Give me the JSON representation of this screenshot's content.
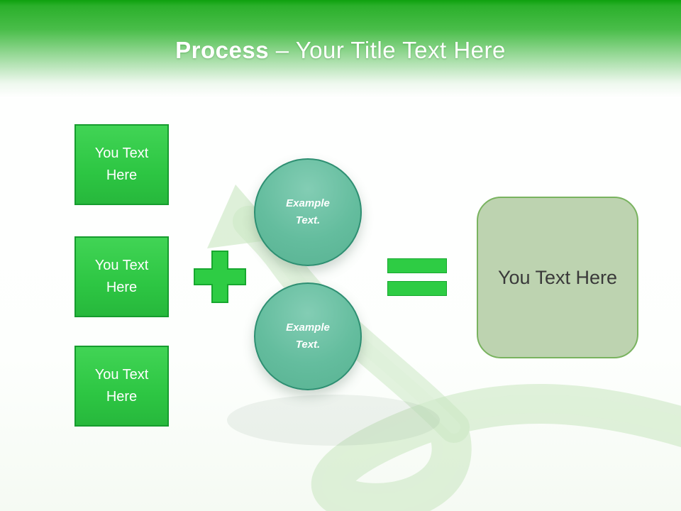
{
  "slide": {
    "title_bold": "Process",
    "title_rest": " – Your Title Text Here"
  },
  "left_boxes": [
    {
      "label": "You Text Here"
    },
    {
      "label": "You Text Here"
    },
    {
      "label": "You Text Here"
    }
  ],
  "circles": [
    {
      "label": "Example Text."
    },
    {
      "label": "Example Text."
    }
  ],
  "result_box": {
    "label": "You Text Here"
  },
  "operators": {
    "plus": "plus-sign",
    "equals": "equals-sign"
  },
  "colors": {
    "header_green": "#2bb02b",
    "box_green": "#2dc643",
    "box_border": "#169c2e",
    "circle_fill": "#64bd9e",
    "circle_border": "#2e8f72",
    "operator_green": "#2ecc44",
    "result_fill": "#b7cfa9",
    "result_border": "#79b35f",
    "swirl_green": "#c8e6c0",
    "title_color": "#ffffff"
  }
}
